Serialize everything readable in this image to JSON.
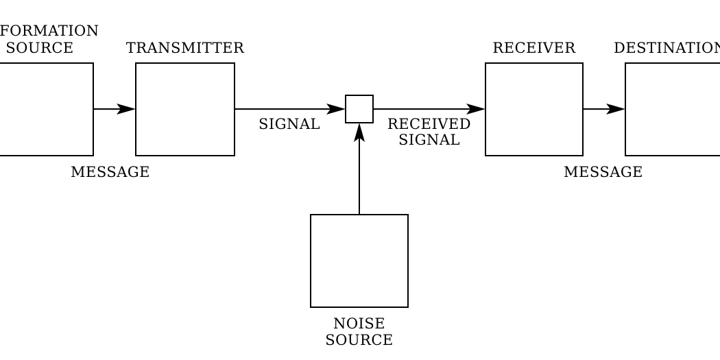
{
  "diagram": {
    "info_source": {
      "line1": "INFORMATION",
      "line2": "SOURCE"
    },
    "transmitter": {
      "label": "TRANSMITTER"
    },
    "receiver": {
      "label": "RECEIVER"
    },
    "destination": {
      "label": "DESTINATION"
    },
    "noise_source": {
      "line1": "NOISE",
      "line2": "SOURCE"
    },
    "signal": {
      "label": "SIGNAL"
    },
    "received_signal": {
      "line1": "RECEIVED",
      "line2": "SIGNAL"
    },
    "message_left": {
      "label": "MESSAGE"
    },
    "message_right": {
      "label": "MESSAGE"
    }
  }
}
